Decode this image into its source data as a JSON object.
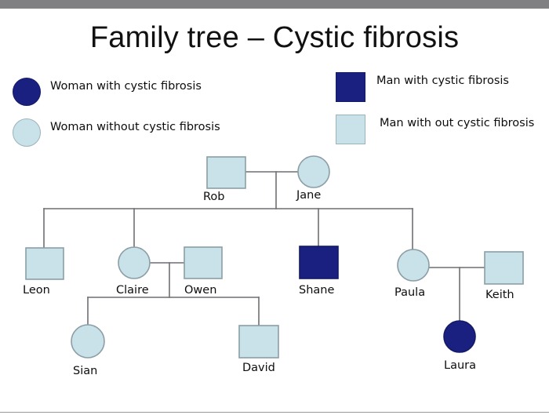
{
  "slide": {
    "title": "Family tree – Cystic fibrosis",
    "background_color": "#ffffff",
    "top_bar_color": "#808083"
  },
  "colors": {
    "affected": "#1a2080",
    "unaffected": "#c9e2e9",
    "line": "#6f6f74",
    "shape_border": "#8b9ea5",
    "text": "#0d0d0d"
  },
  "legend": {
    "items": [
      {
        "id": "woman-affected",
        "shape": "circle",
        "state": "affected",
        "label": "Woman with cystic fibrosis"
      },
      {
        "id": "woman-clear",
        "shape": "circle",
        "state": "unaffected",
        "label": "Woman without cystic fibrosis"
      },
      {
        "id": "man-affected",
        "shape": "square",
        "state": "affected",
        "label": "Man with cystic fibrosis"
      },
      {
        "id": "man-clear",
        "shape": "square",
        "state": "unaffected",
        "label": "Man with out cystic fibrosis"
      }
    ]
  },
  "pedigree": {
    "generations": [
      {
        "generation": 1,
        "people": [
          {
            "name": "Rob",
            "sex": "male",
            "shape": "square",
            "state": "unaffected"
          },
          {
            "name": "Jane",
            "sex": "female",
            "shape": "circle",
            "state": "unaffected"
          }
        ]
      },
      {
        "generation": 2,
        "people": [
          {
            "name": "Leon",
            "sex": "male",
            "shape": "square",
            "state": "unaffected"
          },
          {
            "name": "Claire",
            "sex": "female",
            "shape": "circle",
            "state": "unaffected"
          },
          {
            "name": "Owen",
            "sex": "male",
            "shape": "square",
            "state": "unaffected"
          },
          {
            "name": "Shane",
            "sex": "male",
            "shape": "square",
            "state": "affected"
          },
          {
            "name": "Paula",
            "sex": "female",
            "shape": "circle",
            "state": "unaffected"
          },
          {
            "name": "Keith",
            "sex": "male",
            "shape": "square",
            "state": "unaffected"
          }
        ]
      },
      {
        "generation": 3,
        "people": [
          {
            "name": "Sian",
            "sex": "female",
            "shape": "circle",
            "state": "unaffected"
          },
          {
            "name": "David",
            "sex": "male",
            "shape": "square",
            "state": "unaffected"
          },
          {
            "name": "Laura",
            "sex": "female",
            "shape": "circle",
            "state": "affected"
          }
        ]
      }
    ],
    "couples": [
      {
        "partners": [
          "Rob",
          "Jane"
        ],
        "children": [
          "Leon",
          "Claire",
          "Shane",
          "Paula"
        ]
      },
      {
        "partners": [
          "Claire",
          "Owen"
        ],
        "children": [
          "Sian",
          "David"
        ]
      },
      {
        "partners": [
          "Paula",
          "Keith"
        ],
        "children": [
          "Laura"
        ]
      }
    ],
    "labels": {
      "rob": "Rob",
      "jane": "Jane",
      "leon": "Leon",
      "claire": "Claire",
      "owen": "Owen",
      "shane": "Shane",
      "paula": "Paula",
      "keith": "Keith",
      "sian": "Sian",
      "david": "David",
      "laura": "Laura"
    }
  }
}
